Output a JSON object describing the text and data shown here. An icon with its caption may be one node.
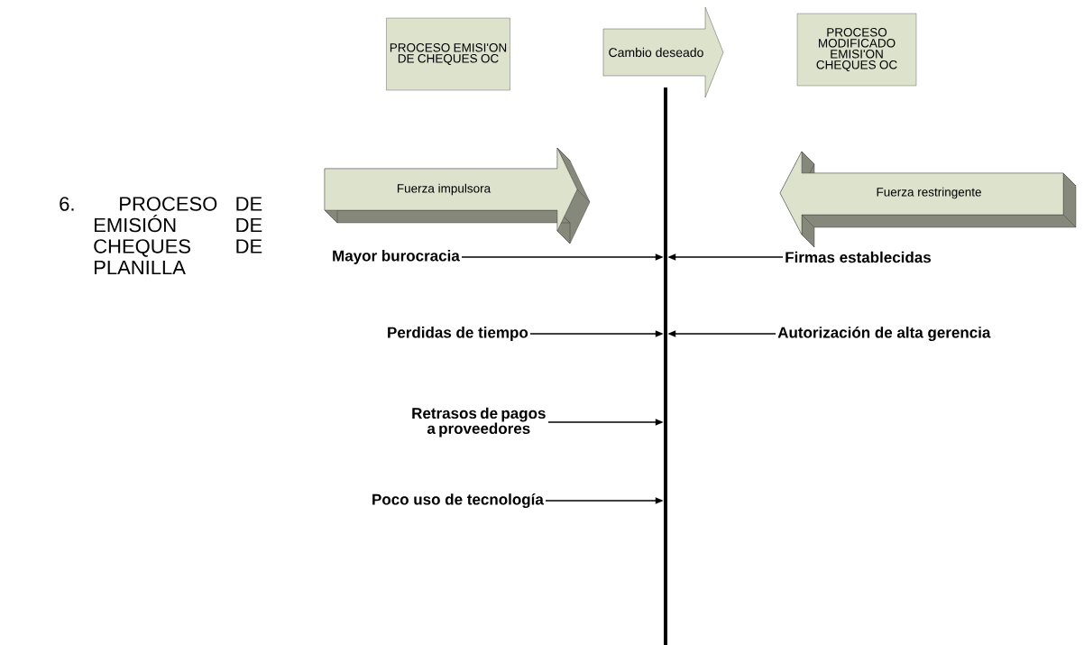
{
  "diagram": {
    "nodes": [
      {
        "text": [
          "PROCESO EMISI'ON DE CHEQUES OC"
        ]
      },
      {
        "text": [
          "Cambio deseado"
        ]
      },
      {
        "text": [
          "PROCESO MODIFICADO EMISI'ON CHEQUES OC"
        ]
      },
      {
        "text": [
          "Fuerza impulsora"
        ]
      },
      {
        "text": [
          "Fuerza restringente"
        ]
      },
      {
        "text": [],
        "shape": "bar"
      },
      {
        "text": [
          "Mayor burocracia"
        ]
      },
      {
        "text": [
          "Firmas establecidas"
        ]
      },
      {
        "text": [
          "Perdidas de tiempo"
        ]
      },
      {
        "text": [
          "Autorización de alta gerencia"
        ]
      },
      {
        "text": [
          "Retrasos de pagos a proveedores"
        ]
      },
      {
        "text": [
          "Poco uso de tecnología"
        ]
      }
    ],
    "edges": [
      {
        "from": 6,
        "to": 5,
        "arrow": "to"
      },
      {
        "from": 7,
        "to": 5,
        "arrow": "to"
      },
      {
        "from": 8,
        "to": 5,
        "arrow": "to"
      },
      {
        "from": 9,
        "to": 5,
        "arrow": "to"
      },
      {
        "from": 10,
        "to": 5,
        "arrow": "to"
      },
      {
        "from": 11,
        "to": 5,
        "arrow": "to"
      }
    ],
    "labels": [
      "6. PROCESO DE EMISIÓN DE CHEQUES DE PLANILLA"
    ]
  }
}
